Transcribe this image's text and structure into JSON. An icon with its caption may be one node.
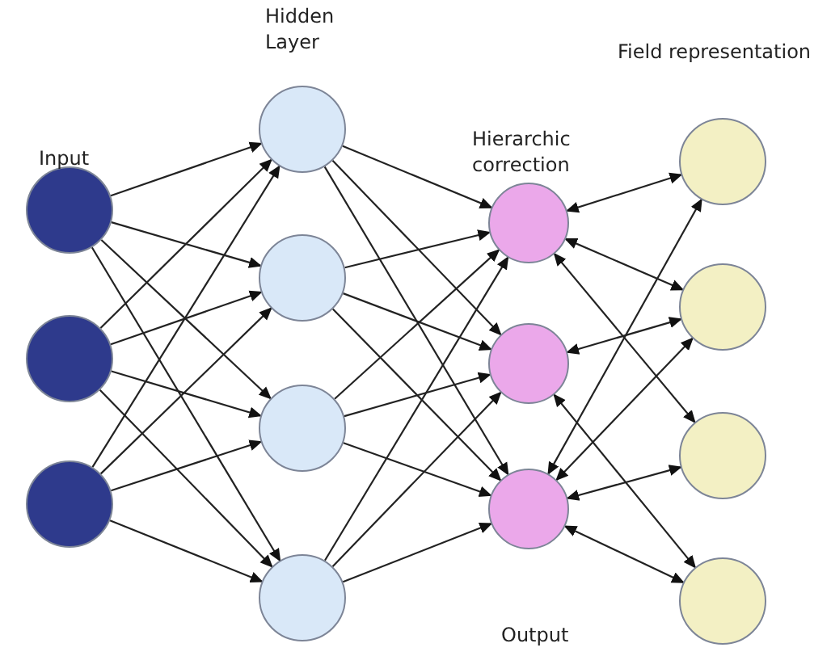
{
  "diagram": {
    "nodes": [
      {
        "text": [],
        "shape": "circle"
      },
      {
        "text": [],
        "shape": "circle"
      },
      {
        "text": [],
        "shape": "circle"
      },
      {
        "text": [],
        "shape": "circle"
      },
      {
        "text": [],
        "shape": "circle"
      },
      {
        "text": [],
        "shape": "circle"
      },
      {
        "text": [],
        "shape": "circle"
      },
      {
        "text": [],
        "shape": "circle"
      },
      {
        "text": [],
        "shape": "circle"
      },
      {
        "text": [],
        "shape": "circle"
      },
      {
        "text": [],
        "shape": "circle"
      },
      {
        "text": [],
        "shape": "circle"
      },
      {
        "text": [],
        "shape": "circle"
      },
      {
        "text": [],
        "shape": "circle"
      }
    ],
    "edges": [
      {
        "from": 0,
        "to": 3,
        "arrow": "to"
      },
      {
        "from": 0,
        "to": 4,
        "arrow": "to"
      },
      {
        "from": 0,
        "to": 5,
        "arrow": "to"
      },
      {
        "from": 0,
        "to": 6,
        "arrow": "to"
      },
      {
        "from": 1,
        "to": 3,
        "arrow": "to"
      },
      {
        "from": 1,
        "to": 4,
        "arrow": "to"
      },
      {
        "from": 1,
        "to": 5,
        "arrow": "to"
      },
      {
        "from": 1,
        "to": 6,
        "arrow": "to"
      },
      {
        "from": 2,
        "to": 3,
        "arrow": "to"
      },
      {
        "from": 2,
        "to": 4,
        "arrow": "to"
      },
      {
        "from": 2,
        "to": 5,
        "arrow": "to"
      },
      {
        "from": 2,
        "to": 6,
        "arrow": "to"
      },
      {
        "from": 3,
        "to": 7,
        "arrow": "to"
      },
      {
        "from": 3,
        "to": 8,
        "arrow": "to"
      },
      {
        "from": 3,
        "to": 9,
        "arrow": "to"
      },
      {
        "from": 4,
        "to": 7,
        "arrow": "to"
      },
      {
        "from": 4,
        "to": 8,
        "arrow": "to"
      },
      {
        "from": 4,
        "to": 9,
        "arrow": "to"
      },
      {
        "from": 5,
        "to": 7,
        "arrow": "to"
      },
      {
        "from": 5,
        "to": 8,
        "arrow": "to"
      },
      {
        "from": 5,
        "to": 9,
        "arrow": "to"
      },
      {
        "from": 6,
        "to": 7,
        "arrow": "to"
      },
      {
        "from": 6,
        "to": 8,
        "arrow": "to"
      },
      {
        "from": 6,
        "to": 9,
        "arrow": "to"
      },
      {
        "from": 7,
        "to": 10,
        "arrow": "both"
      },
      {
        "from": 7,
        "to": 11,
        "arrow": "both"
      },
      {
        "from": 7,
        "to": 12,
        "arrow": "both"
      },
      {
        "from": 8,
        "to": 11,
        "arrow": "both"
      },
      {
        "from": 8,
        "to": 13,
        "arrow": "both"
      },
      {
        "from": 9,
        "to": 10,
        "arrow": "both"
      },
      {
        "from": 9,
        "to": 11,
        "arrow": "both"
      },
      {
        "from": 9,
        "to": 12,
        "arrow": "both"
      },
      {
        "from": 9,
        "to": 13,
        "arrow": "both"
      }
    ],
    "labels": [
      "Hidden Layer",
      "Field representation",
      "Input",
      "Hierarchic correction",
      "Output"
    ]
  }
}
